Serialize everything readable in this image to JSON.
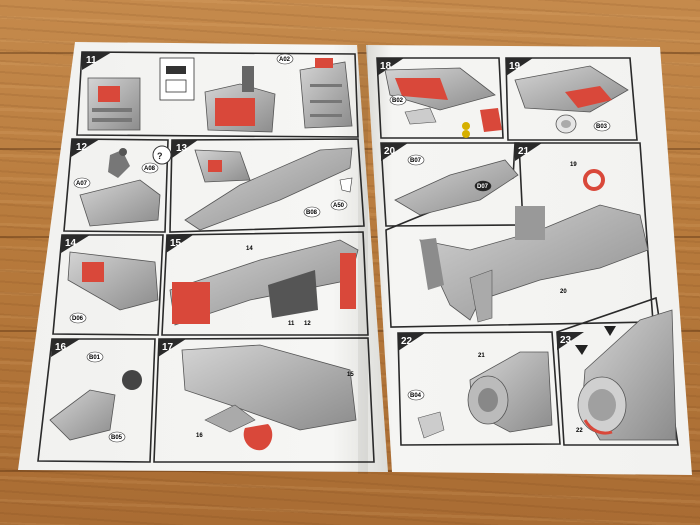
{
  "left_page": {
    "steps": [
      {
        "number": "11",
        "parts": [
          "A02"
        ]
      },
      {
        "number": "12",
        "parts": [
          "A08",
          "A07"
        ]
      },
      {
        "number": "13",
        "parts": [
          "B08",
          "A50"
        ]
      },
      {
        "number": "14",
        "parts": [
          "D06"
        ]
      },
      {
        "number": "15",
        "parts": [
          "11",
          "12",
          "14"
        ]
      },
      {
        "number": "16",
        "parts": [
          "B01",
          "B05"
        ]
      },
      {
        "number": "17",
        "parts": [
          "15",
          "16"
        ]
      }
    ]
  },
  "right_page": {
    "steps": [
      {
        "number": "18",
        "parts": [
          "B02"
        ]
      },
      {
        "number": "19",
        "parts": [
          "B03"
        ]
      },
      {
        "number": "20",
        "parts": [
          "B07",
          "D07"
        ]
      },
      {
        "number": "21",
        "parts": [
          "19",
          "20"
        ]
      },
      {
        "number": "22",
        "parts": [
          "B04",
          "21"
        ]
      },
      {
        "number": "23",
        "parts": [
          "22"
        ]
      }
    ]
  },
  "colors": {
    "highlight_red": "#d9483a",
    "paper": "#f4f4f2",
    "panel_border": "#2a2a2a",
    "part_grey": "#9a9a9a",
    "wood": "#b77a3c"
  }
}
